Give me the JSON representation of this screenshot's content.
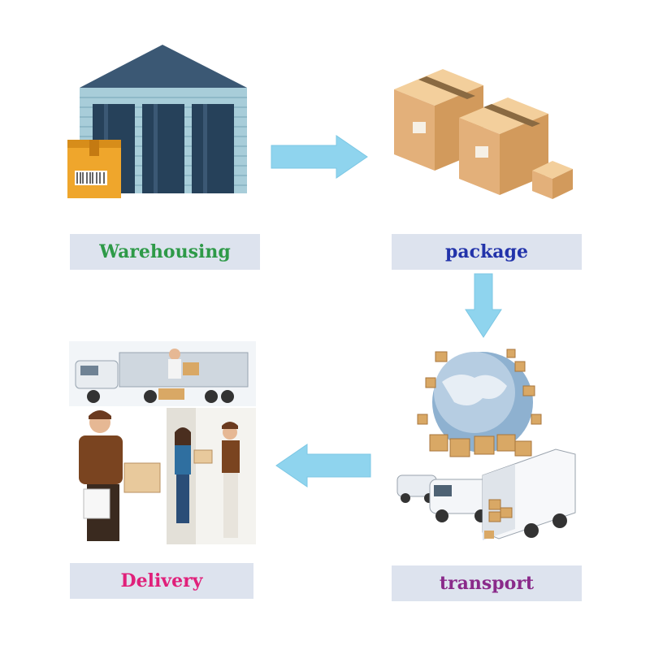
{
  "steps": [
    {
      "key": "warehousing",
      "label": "Warehousing",
      "color": "#2e9a48"
    },
    {
      "key": "package",
      "label": "package",
      "color": "#2233aa"
    },
    {
      "key": "transport",
      "label": "transport",
      "color": "#8a2a8a"
    },
    {
      "key": "delivery",
      "label": "Delivery",
      "color": "#e0207a"
    }
  ],
  "colors": {
    "arrow": "#8fd4ee",
    "label_bg": "#dde3ee",
    "warehouse_roof": "#3b5874",
    "warehouse_wall": "#a8cdd9",
    "box": "#e7b57a"
  },
  "icons": {
    "warehousing": "warehouse-icon",
    "package": "boxes-icon",
    "transport": "globe-trucks-icon",
    "delivery": "courier-photo-icon"
  }
}
